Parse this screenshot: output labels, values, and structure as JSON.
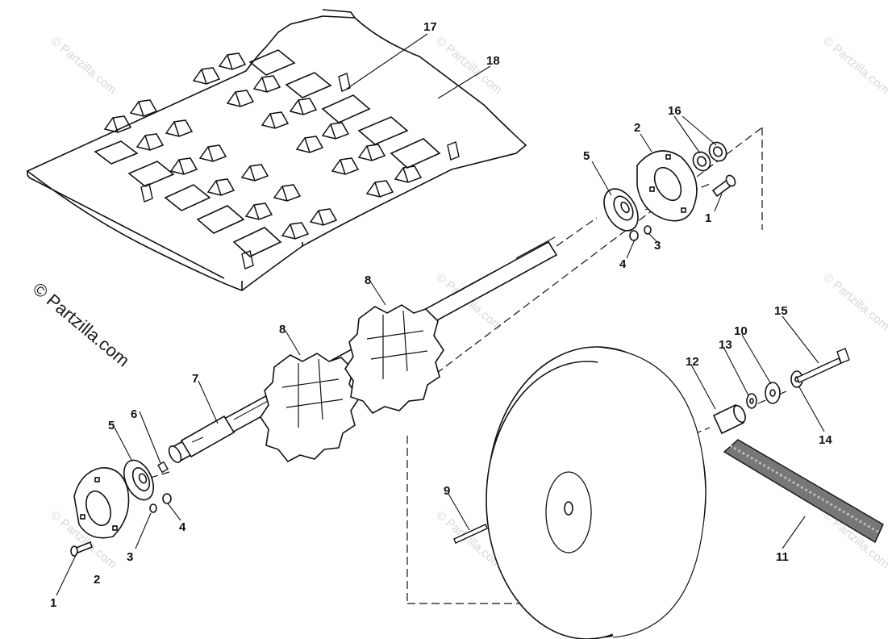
{
  "watermark": {
    "main": "© Partzilla.com",
    "faint": "© Partzilla.com"
  },
  "callouts": {
    "c1a": "1",
    "c1b": "1",
    "c2a": "2",
    "c2b": "2",
    "c3a": "3",
    "c3b": "3",
    "c4a": "4",
    "c4b": "4",
    "c5a": "5",
    "c5b": "5",
    "c6": "6",
    "c7": "7",
    "c8a": "8",
    "c8b": "8",
    "c9": "9",
    "c10": "10",
    "c11": "11",
    "c12": "12",
    "c13": "13",
    "c14": "14",
    "c15": "15",
    "c16": "16",
    "c17": "17",
    "c18": "18"
  }
}
